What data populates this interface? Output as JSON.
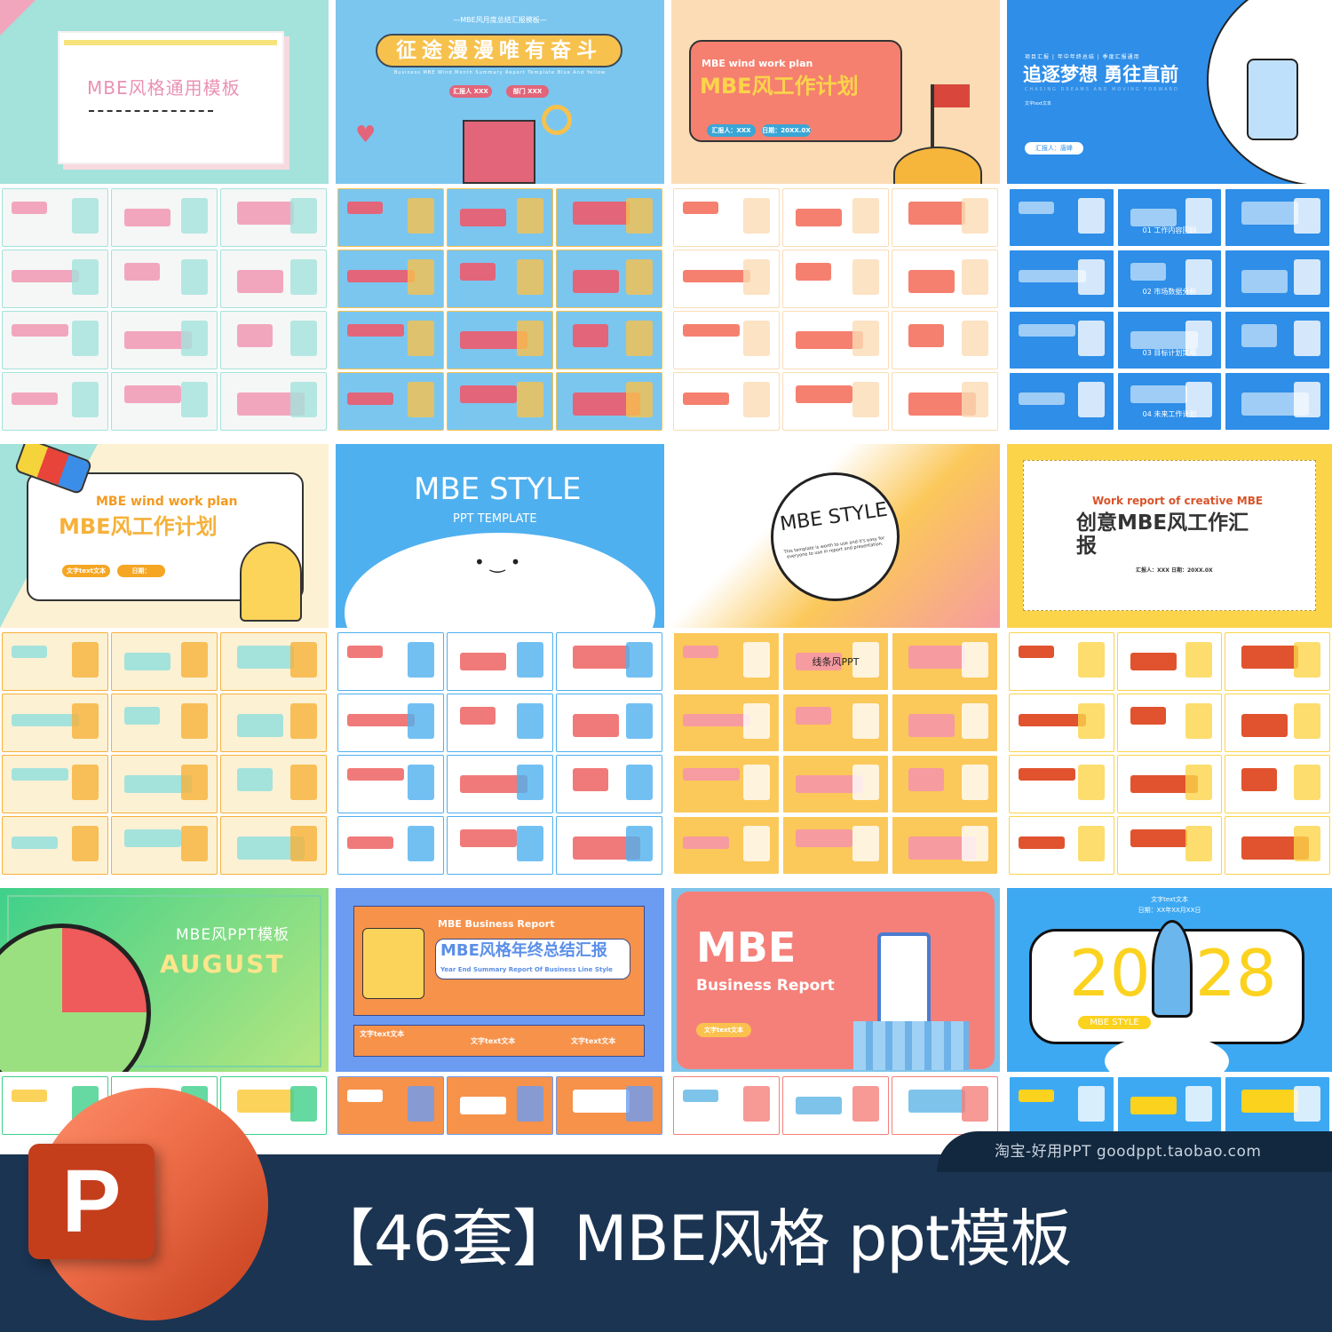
{
  "heroes": {
    "t1": {
      "title": "MBE风格通用模板"
    },
    "t2": {
      "subtitle": "—MBE风月度总结汇报模板—",
      "title": "征途漫漫唯有奋斗",
      "english": "Business MBE Wind Month Summary Report Template Blue And Yellow",
      "btn1": "汇报人 XXX",
      "btn2": "部门 XXX"
    },
    "t3": {
      "kicker": "MBE wind work plan",
      "title": "MBE风工作计划",
      "btn1": "汇报人：XXX",
      "btn2": "日期：20XX.0X"
    },
    "t4": {
      "tags": "项目汇报 | 年中年终总结 | 季度汇报通用",
      "title": "追逐梦想 勇往直前",
      "english": "CHASING DREAMS AND MOVING FORWARD",
      "text": "文字text文本",
      "reporter": "汇报人：唐峰"
    },
    "t5": {
      "kicker": "MBE wind work plan",
      "title": "MBE风工作计划",
      "btn1": "文字text文本",
      "btn2": "日期：20XX.0X"
    },
    "t6": {
      "title": "MBE STYLE",
      "subtitle": "PPT TEMPLATE"
    },
    "t7": {
      "title": "MBE STYLE",
      "desc": "This template is worth to use and it's easy for everyone to use in report and presentation."
    },
    "t8": {
      "kicker": "Work report of creative MBE",
      "title": "创意MBE风工作汇报",
      "meta": "汇报人：XXX  日期：20XX.0X"
    },
    "t9": {
      "title": "MBE风PPT模板",
      "subtitle": "AUGUST"
    },
    "t10": {
      "kicker": "MBE Business Report",
      "title": "MBE风格年终总结汇报",
      "english": "Year End Summary Report Of Business Line Style",
      "f1": "文字text文本",
      "f2": "文字text文本",
      "f3": "文字text文本"
    },
    "t11": {
      "title": "MBE",
      "subtitle": "Business Report",
      "btn": "文字text文本"
    },
    "t12": {
      "text": "文字text文本",
      "date": "日期：XX年XX月XX日",
      "year_a": "20",
      "year_b": "28",
      "badge": "MBE STYLE"
    }
  },
  "thumb_labels": {
    "q4": [
      "01 工作内容回顾",
      "02 市场数据分析",
      "03 目标计划策略",
      "04 未来工作计划"
    ],
    "q7": "线条风PPT"
  },
  "watermark": "淘宝-好用PPT  goodppt.taobao.com",
  "banner": {
    "title": "【46套】MBE风格 ppt模板",
    "logo_letter": "P"
  },
  "colors": {
    "navy": "#1b3452",
    "ppt_red": "#d24726",
    "blue": "#2e8ee8",
    "coral": "#f5806f",
    "yellow": "#fbd44a",
    "mint": "#a4e2dc"
  }
}
